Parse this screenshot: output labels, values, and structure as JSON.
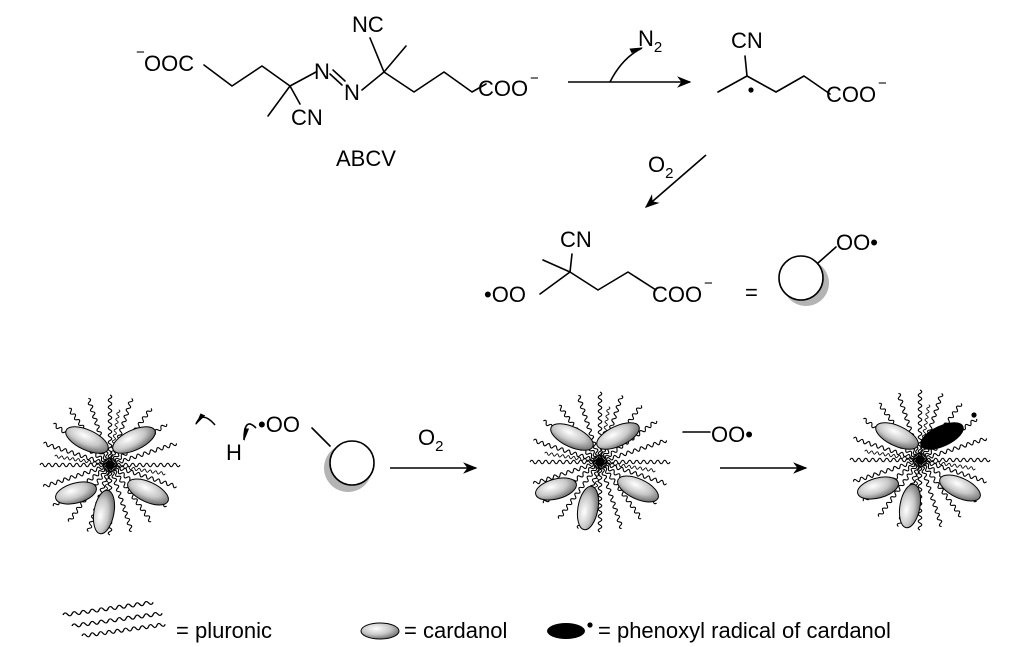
{
  "scheme": {
    "initiator_name": "ABCV",
    "reagents": {
      "nitrogen": "N",
      "nitrogen_subscript": "2",
      "oxygen": "O",
      "oxygen_subscript": "2"
    },
    "groups": {
      "carboxylate": "COO",
      "carboxylate_left": "OOC",
      "anion_charge": "−",
      "nitrile": "CN",
      "nitrile_top": "NC",
      "azo_atom": "N",
      "peroxyl": "OO",
      "radical_dot": "•",
      "equals": "=",
      "hydrogen": "H"
    },
    "legend": {
      "pluronic": "= pluronic",
      "cardanol": "= cardanol",
      "phenoxyl": "= phenoxyl radical of cardanol"
    }
  }
}
